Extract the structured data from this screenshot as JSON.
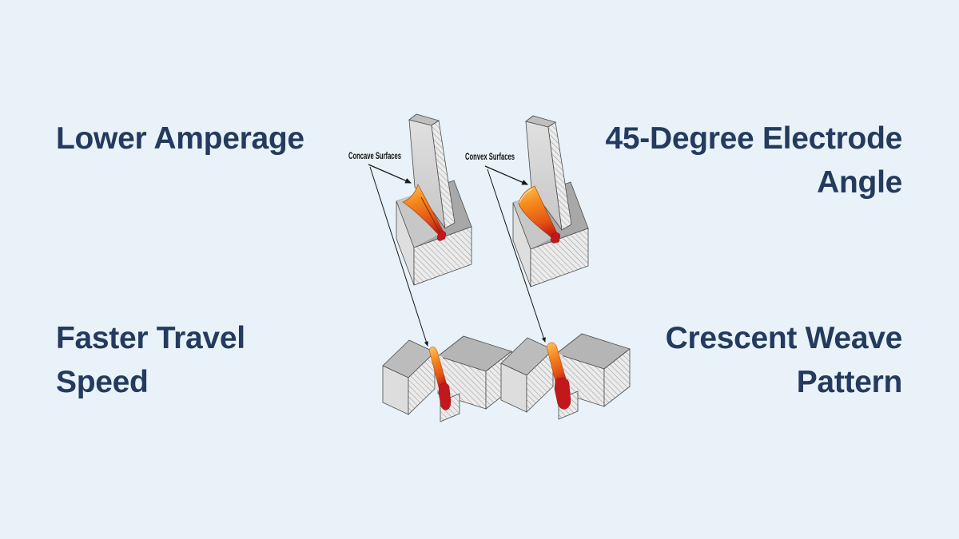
{
  "headlines": {
    "top_left": "Lower Amperage",
    "top_right": "45-Degree Electrode Angle",
    "bottom_left": "Faster Travel Speed",
    "bottom_right": "Crescent Weave Pattern"
  },
  "diagram": {
    "labels": {
      "concave": "Concave Surfaces",
      "convex": "Convex Surfaces"
    },
    "colors": {
      "background": "#E8F2F8",
      "headline_text": "#243A5E",
      "label_text": "#121212",
      "weld_orange_light": "#FFC55F",
      "weld_orange": "#F68B1F",
      "weld_red": "#C2181B",
      "metal_light": "#DDDDDD",
      "metal_mid": "#B3B3B3",
      "hatch_line": "#9A9A9A",
      "outline": "#4D4D4D"
    }
  }
}
